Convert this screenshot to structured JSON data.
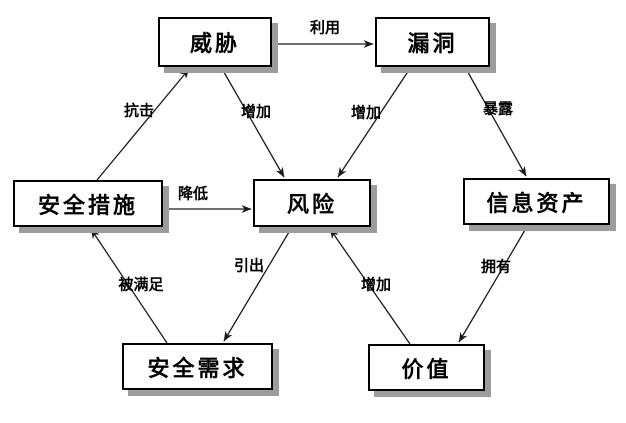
{
  "diagram": {
    "type": "relationship-diagram",
    "language": "zh-CN",
    "colors": {
      "background": "#ffffff",
      "box_fill": "#ffffff",
      "box_border": "#000000",
      "box_shadow": "#9c9c9c",
      "line": "#1a1a1a",
      "text": "#000000"
    },
    "nodes": [
      {
        "id": "threat",
        "label": "威胁"
      },
      {
        "id": "vulnerability",
        "label": "漏洞"
      },
      {
        "id": "security-measures",
        "label": "安全措施"
      },
      {
        "id": "risk",
        "label": "风险"
      },
      {
        "id": "information-assets",
        "label": "信息资产"
      },
      {
        "id": "security-requirements",
        "label": "安全需求"
      },
      {
        "id": "value",
        "label": "价值"
      }
    ],
    "edges": [
      {
        "from": "threat",
        "to": "vulnerability",
        "label": "利用"
      },
      {
        "from": "security-measures",
        "to": "threat",
        "label": "抗击"
      },
      {
        "from": "threat",
        "to": "risk",
        "label": "增加"
      },
      {
        "from": "vulnerability",
        "to": "risk",
        "label": "增加"
      },
      {
        "from": "vulnerability",
        "to": "information-assets",
        "label": "暴露"
      },
      {
        "from": "security-measures",
        "to": "risk",
        "label": "降低"
      },
      {
        "from": "security-requirements",
        "to": "security-measures",
        "label": "被满足"
      },
      {
        "from": "risk",
        "to": "security-requirements",
        "label": "引出"
      },
      {
        "from": "value",
        "to": "risk",
        "label": "增加"
      },
      {
        "from": "information-assets",
        "to": "value",
        "label": "拥有"
      }
    ]
  }
}
